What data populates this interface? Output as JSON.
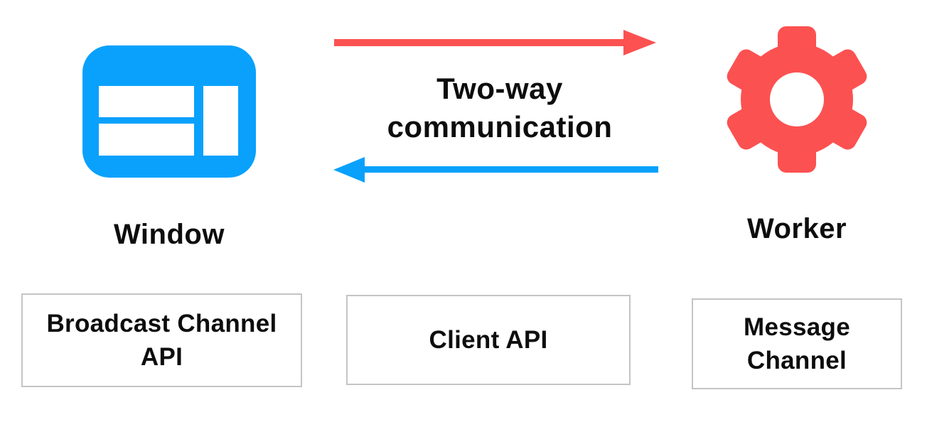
{
  "diagram": {
    "communication": {
      "line1": "Two-way",
      "line2": "communication"
    },
    "window_node": {
      "label": "Window",
      "icon": "browser-window",
      "color": "#09a1fc"
    },
    "worker_node": {
      "label": "Worker",
      "icon": "gear",
      "color": "#fc5151"
    },
    "arrows": [
      {
        "from": "Window",
        "to": "Worker",
        "direction": "right",
        "color": "#fc5151"
      },
      {
        "from": "Worker",
        "to": "Window",
        "direction": "left",
        "color": "#09a1fc"
      }
    ],
    "api_boxes": [
      {
        "label": "Broadcast Channel API"
      },
      {
        "label": "Client API"
      },
      {
        "label": "Message Channel"
      }
    ],
    "colors": {
      "text": "#0d0d0d",
      "box_border": "#c4c4c4",
      "background": "#ffffff"
    }
  }
}
